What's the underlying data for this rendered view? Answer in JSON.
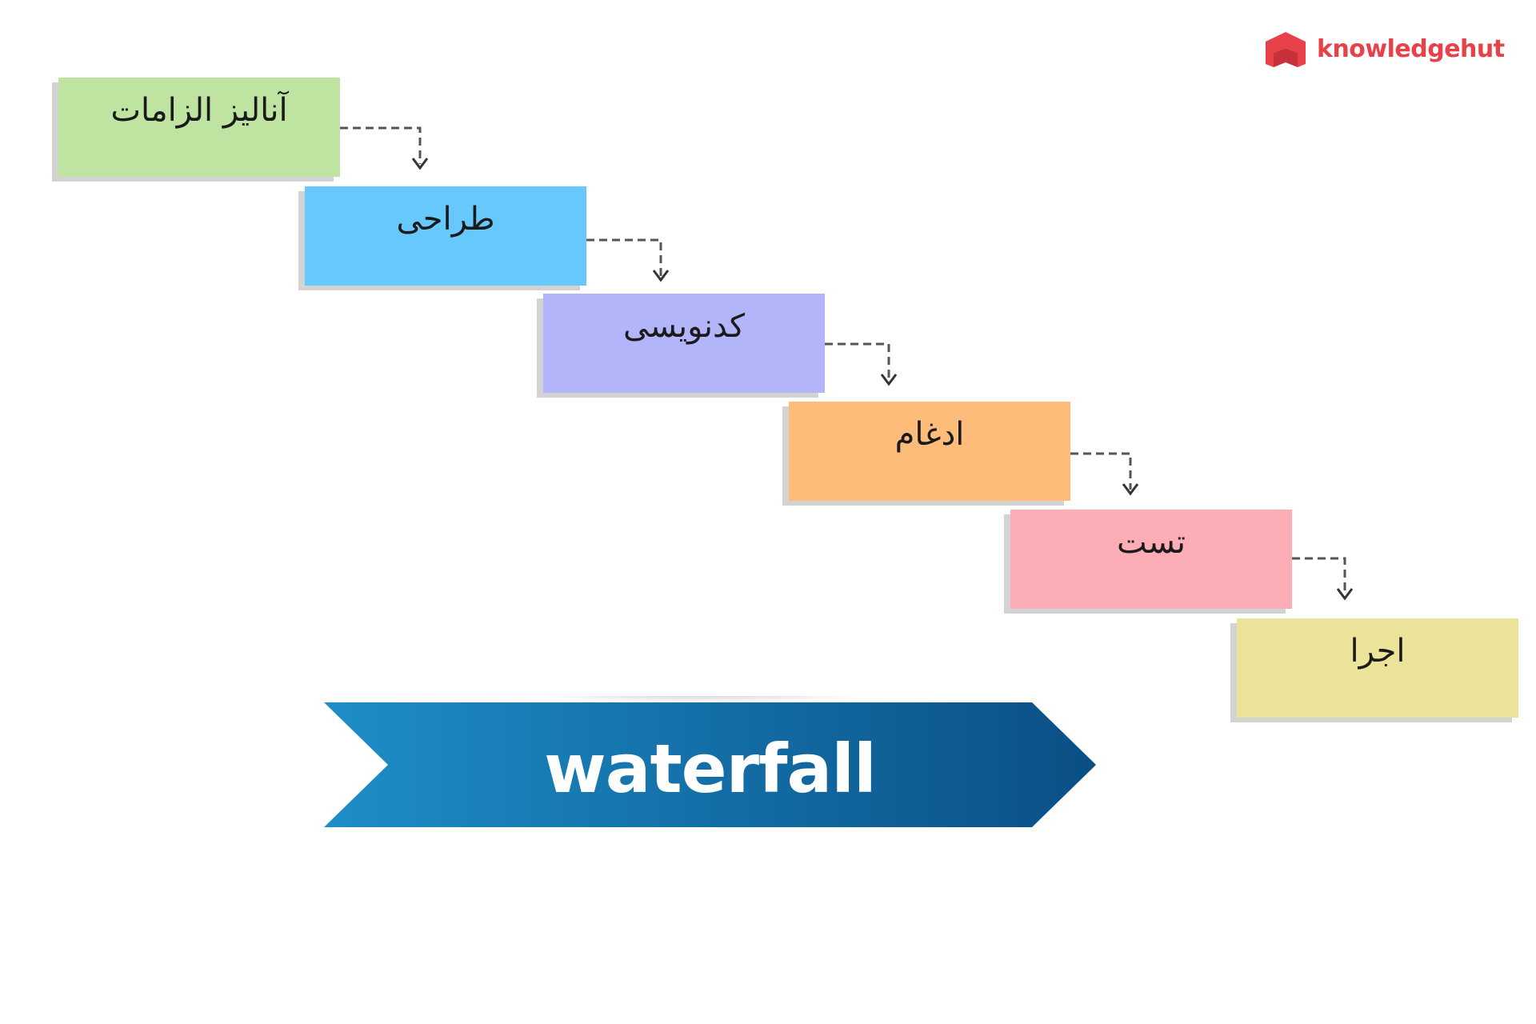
{
  "brand": {
    "name": "knowledgehut",
    "color": "#e8414a",
    "icon": "knowledgehut-logo-icon"
  },
  "steps": [
    {
      "label": "آنالیز الزامات",
      "color": "#bfe3a1"
    },
    {
      "label": "طراحی",
      "color": "#66c8fb"
    },
    {
      "label": "کدنویسی",
      "color": "#b3b5fb"
    },
    {
      "label": "ادغام",
      "color": "#fdbc79"
    },
    {
      "label": "تست",
      "color": "#fcadb6"
    },
    {
      "label": "اجرا",
      "color": "#ebe39a"
    }
  ],
  "banner": {
    "label": "waterfall",
    "color_start": "#1e8ec7",
    "color_end": "#0a4f86",
    "icon": "arrow-right-banner"
  },
  "connector": {
    "style": "dashed",
    "icon": "arrow-down-icon",
    "color": "#555555"
  }
}
